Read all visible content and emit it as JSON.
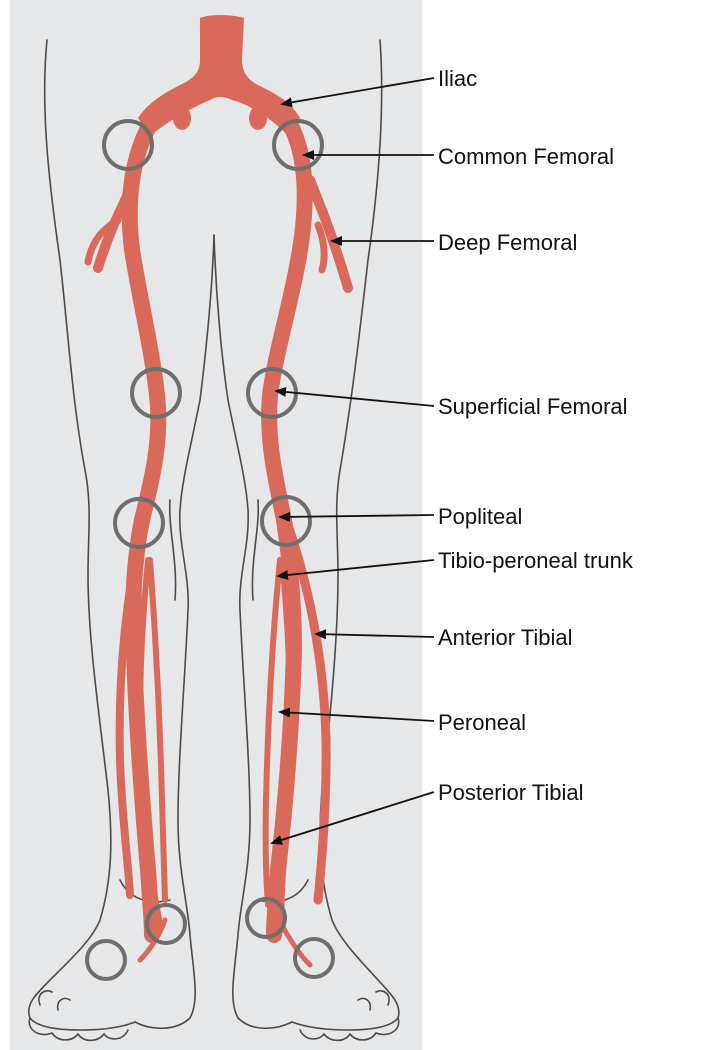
{
  "colors": {
    "panel_background": "#e6e7e9",
    "artery": "#d9695a",
    "artery_dark": "#c8564a",
    "ring": "#6e6e6e",
    "outline": "#4a4a4a",
    "leader": "#111111"
  },
  "labels": [
    {
      "id": "iliac",
      "text": "Iliac"
    },
    {
      "id": "common-femoral",
      "text": "Common Femoral"
    },
    {
      "id": "deep-femoral",
      "text": "Deep Femoral"
    },
    {
      "id": "superficial-femoral",
      "text": "Superficial Femoral"
    },
    {
      "id": "popliteal",
      "text": "Popliteal"
    },
    {
      "id": "tibio-peroneal-trunk",
      "text": "Tibio-peroneal trunk"
    },
    {
      "id": "anterior-tibial",
      "text": "Anterior Tibial"
    },
    {
      "id": "peroneal",
      "text": "Peroneal"
    },
    {
      "id": "posterior-tibial",
      "text": "Posterior Tibial"
    }
  ]
}
